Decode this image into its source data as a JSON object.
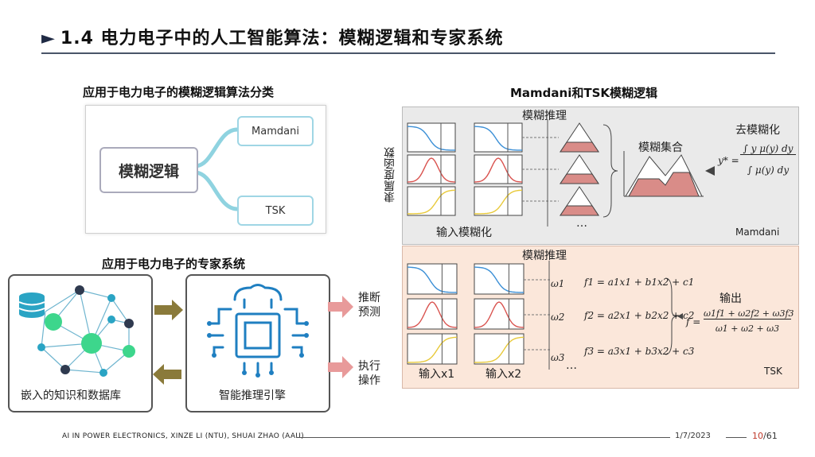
{
  "slide": {
    "title_marker": "►",
    "title": "1.4 电力电子中的人工智能算法：模糊逻辑和专家系统"
  },
  "fuzzy_classification": {
    "heading": "应用于电力电子的模糊逻辑算法分类",
    "root": "模糊逻辑",
    "branches": [
      "Mamdani",
      "TSK"
    ]
  },
  "expert_system": {
    "heading": "应用于电力电子的专家系统",
    "knowledge_base": "嵌入的知识和数据库",
    "engine": "智能推理引擎",
    "outputs": [
      {
        "line1": "推断",
        "line2": "预测"
      },
      {
        "line1": "执行",
        "line2": "操作"
      }
    ]
  },
  "fuzzy_logic_panel": {
    "heading": "Mamdani和TSK模糊逻辑",
    "mamdani": {
      "inference": "模糊推理",
      "membership_axis": "隶属度函数",
      "fuzzify": "输入模糊化",
      "aggregate": "模糊集合",
      "defuzzify": "去模糊化",
      "formula_lhs": "y* =",
      "formula_num": "∫ y μ(y) dy",
      "formula_den": "∫ μ(y) dy",
      "ellipsis": "…",
      "tag": "Mamdani"
    },
    "tsk": {
      "inference": "模糊推理",
      "weights": [
        "ω1",
        "ω2",
        "ω3"
      ],
      "rules": [
        "f1 = a1x1 + b1x2 + c1",
        "f2 = a2x1 + b2x2 + c2",
        "f3 = a3x1 + b3x2 + c3"
      ],
      "output_label": "输出",
      "output_num": "ω1f1 + ω2f2 + ω3f3",
      "output_den": "ω1 + ω2 + ω3",
      "output_lhs": "f =",
      "input1": "输入x1",
      "input2": "输入x2",
      "ellipsis": "…",
      "tag": "TSK"
    }
  },
  "footer": {
    "text": "AI IN POWER ELECTRONICS, XINZE LI (NTU), SHUAI ZHAO (AAU)",
    "date": "1/7/2023",
    "page_current": "10",
    "page_total": "/61"
  },
  "colors": {
    "curve_blue": "#3b8fd6",
    "curve_red": "#d9534f",
    "curve_yellow": "#e8c93a",
    "fill_rose": "#d98c88",
    "arrow_olive": "#8a7a3a",
    "arrow_pink": "#e89a9a",
    "node_green": "#3dd68c",
    "node_teal": "#2aa4c4",
    "node_dark": "#2f3a4f"
  }
}
